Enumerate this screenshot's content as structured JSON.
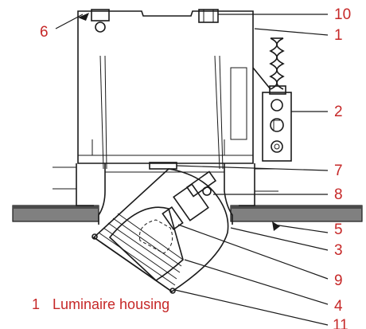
{
  "colors": {
    "label": "#c62828",
    "line": "#1a1a1a",
    "ceiling": "#808080",
    "ceiling_dark": "#4a4a4a"
  },
  "callouts": {
    "c1": "1",
    "c2": "2",
    "c3": "3",
    "c4": "4",
    "c5": "5",
    "c6": "6",
    "c7": "7",
    "c8": "8",
    "c9": "9",
    "c10": "10",
    "c11": "11"
  },
  "legend": {
    "number": "1",
    "text": "Luminaire housing"
  }
}
